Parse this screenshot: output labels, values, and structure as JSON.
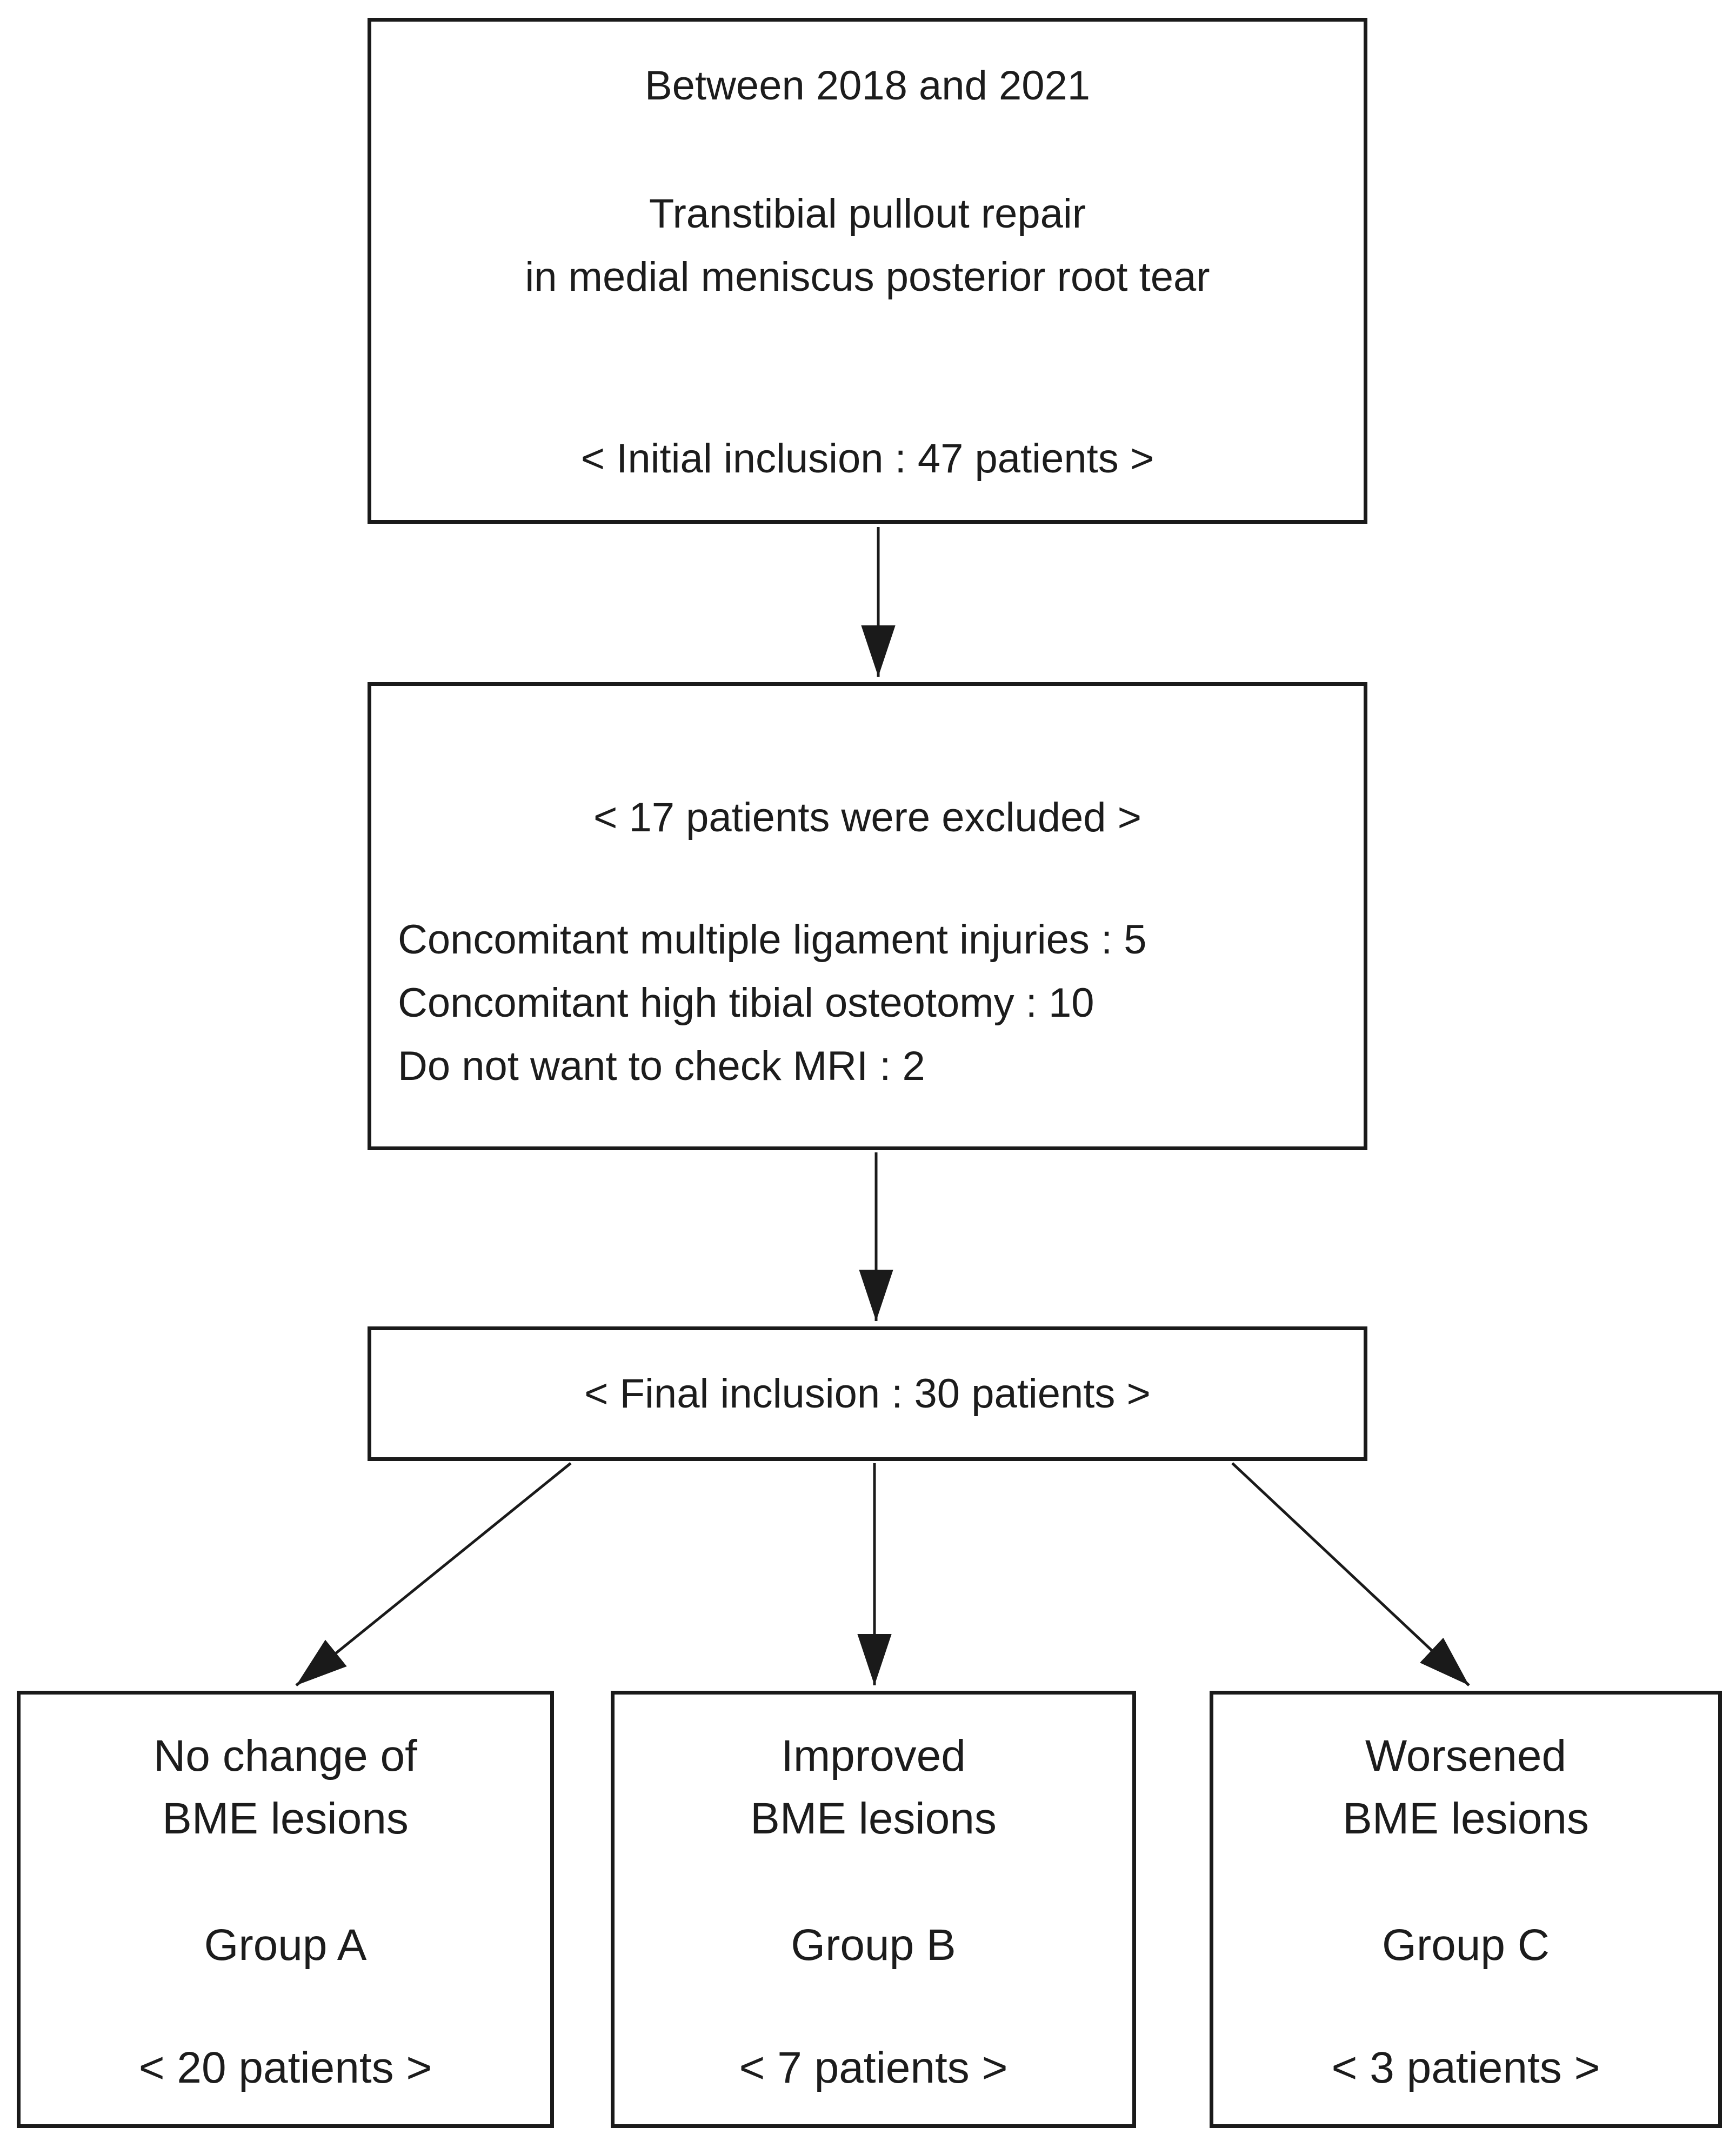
{
  "colors": {
    "line": "#1a1a1a",
    "text": "#1c1c1c",
    "background": "#ffffff"
  },
  "flow": {
    "initial_box": {
      "period": "Between 2018 and 2021",
      "procedure": [
        "Transtibial pullout repair",
        "in medial meniscus posterior root tear"
      ],
      "inclusion": "< Initial inclusion : 47 patients >"
    },
    "excluded_box": {
      "heading": "< 17 patients were excluded >",
      "reasons": [
        "Concomitant multiple ligament injuries : 5",
        "Concomitant high tibial osteotomy : 10",
        "Do not want to check MRI : 2"
      ]
    },
    "final_box": {
      "label": "< Final inclusion : 30 patients >"
    },
    "group_boxes": [
      {
        "line1": "No change of",
        "line2": "BME lesions",
        "name": "Group A",
        "patients": "< 20 patients >"
      },
      {
        "line1": "Improved",
        "line2": "BME lesions",
        "name": "Group B",
        "patients": "< 7 patients >"
      },
      {
        "line1": "Worsened",
        "line2": "BME lesions",
        "name": "Group C",
        "patients": "< 3 patients >"
      }
    ]
  }
}
